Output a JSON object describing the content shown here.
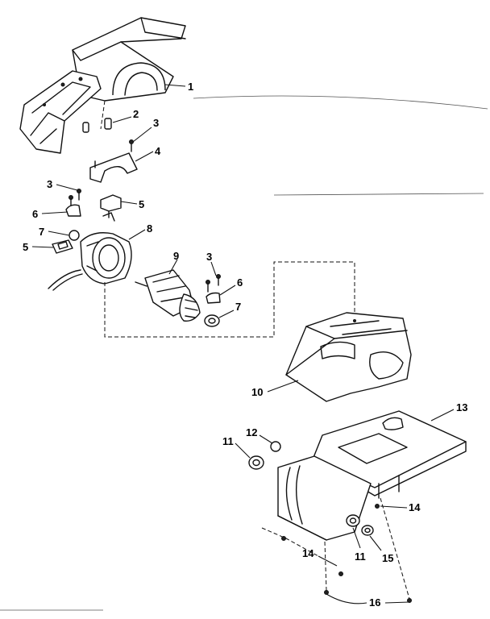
{
  "callouts": {
    "c1": "1",
    "c2": "2",
    "c3a": "3",
    "c4": "4",
    "c3b": "3",
    "c5a": "5",
    "c6a": "6",
    "c7a": "7",
    "c8": "8",
    "c5b": "5",
    "c9": "9",
    "c3c": "3",
    "c6b": "6",
    "c7b": "7",
    "c10": "10",
    "c13": "13",
    "c12": "12",
    "c11a": "11",
    "c14a": "14",
    "c14b": "14",
    "c11b": "11",
    "c15": "15",
    "c16": "16"
  }
}
